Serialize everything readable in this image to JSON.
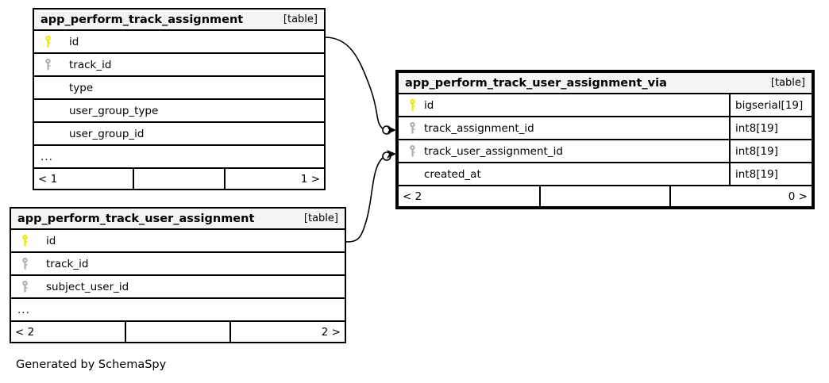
{
  "diagram": {
    "kind_label": "[table]",
    "ellipsis": "...",
    "credit": "Generated by SchemaSpy",
    "colors": {
      "primary_key": "#e8e800",
      "foreign_key": "#b0b0b0",
      "border": "#000000",
      "header_background": "#f4f4f4",
      "page_background": "#ffffff"
    }
  },
  "tables": {
    "track_assignment": {
      "name": "app_perform_track_assignment",
      "kind": "[table]",
      "columns": [
        {
          "name": "id",
          "key": "primary",
          "type": ""
        },
        {
          "name": "track_id",
          "key": "foreign",
          "type": ""
        },
        {
          "name": "type",
          "key": "none",
          "type": ""
        },
        {
          "name": "user_group_type",
          "key": "none",
          "type": ""
        },
        {
          "name": "user_group_id",
          "key": "none",
          "type": ""
        }
      ],
      "has_more": true,
      "more_label": "...",
      "footer": {
        "left": "< 1",
        "middle": "",
        "right": "1 >"
      }
    },
    "track_user_assignment": {
      "name": "app_perform_track_user_assignment",
      "kind": "[table]",
      "columns": [
        {
          "name": "id",
          "key": "primary",
          "type": ""
        },
        {
          "name": "track_id",
          "key": "foreign",
          "type": ""
        },
        {
          "name": "subject_user_id",
          "key": "foreign",
          "type": ""
        }
      ],
      "has_more": true,
      "more_label": "...",
      "footer": {
        "left": "< 2",
        "middle": "",
        "right": "2 >"
      }
    },
    "track_user_assignment_via": {
      "name": "app_perform_track_user_assignment_via",
      "kind": "[table]",
      "columns": [
        {
          "name": "id",
          "key": "primary",
          "type": "bigserial[19]"
        },
        {
          "name": "track_assignment_id",
          "key": "foreign",
          "type": "int8[19]"
        },
        {
          "name": "track_user_assignment_id",
          "key": "foreign",
          "type": "int8[19]"
        },
        {
          "name": "created_at",
          "key": "none",
          "type": "int8[19]"
        }
      ],
      "has_more": false,
      "more_label": "",
      "footer": {
        "left": "< 2",
        "middle": "",
        "right": "0 >"
      }
    }
  },
  "relationships": [
    {
      "from_table": "app_perform_track_assignment",
      "from_column": "id",
      "to_table": "app_perform_track_user_assignment_via",
      "to_column": "track_assignment_id"
    },
    {
      "from_table": "app_perform_track_user_assignment",
      "from_column": "id",
      "to_table": "app_perform_track_user_assignment_via",
      "to_column": "track_user_assignment_id"
    }
  ]
}
